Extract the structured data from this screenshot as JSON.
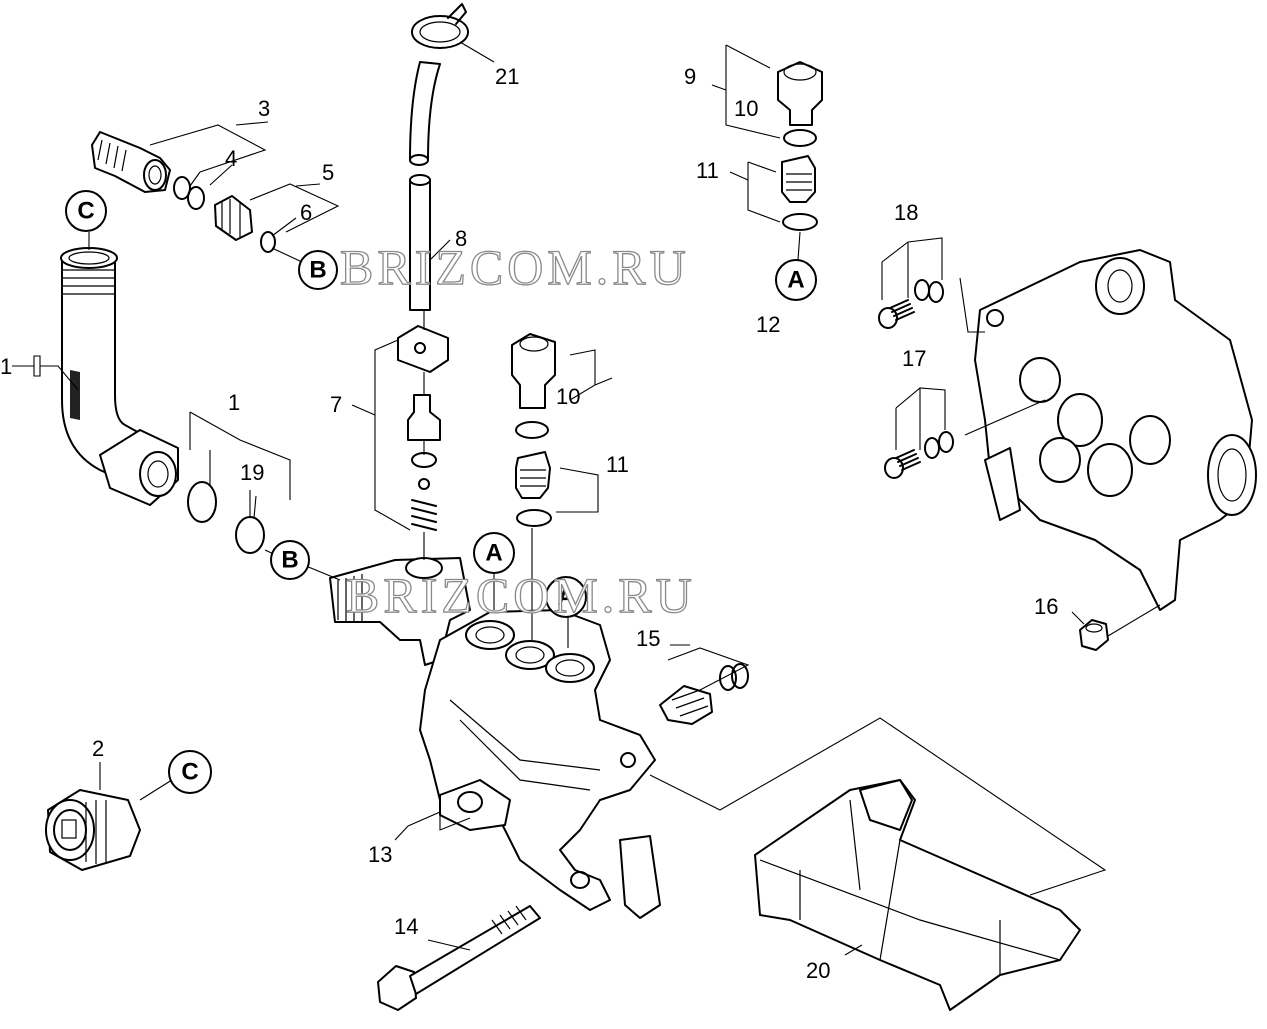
{
  "watermark": "BRIZCOM.RU",
  "callouts": {
    "c_top": "C",
    "c_bottom": "C",
    "b_top": "B",
    "b_mid": "B",
    "a_top": "A",
    "a_left": "A",
    "a_right": "A"
  },
  "labels": {
    "n1_left": "1",
    "n1_group": "1",
    "n2": "2",
    "n3": "3",
    "n4": "4",
    "n5": "5",
    "n6": "6",
    "n7": "7",
    "n8": "8",
    "n9": "9",
    "n10_top": "10",
    "n10_mid": "10",
    "n11_top": "11",
    "n11_mid": "11",
    "n12": "12",
    "n13": "13",
    "n14": "14",
    "n15": "15",
    "n16": "16",
    "n17": "17",
    "n18": "18",
    "n19": "19",
    "n20": "20",
    "n21": "21"
  }
}
